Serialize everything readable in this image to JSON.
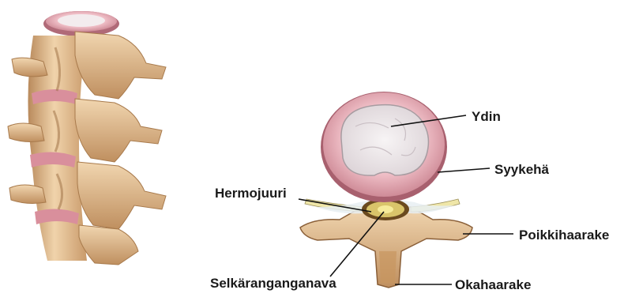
{
  "labels": {
    "ydin": "Ydin",
    "syykeha": "Syykehä",
    "hermojuuri": "Hermojuuri",
    "poikkihaarake": "Poikkihaarake",
    "selkaranganganava": "Selkäranganganava",
    "okahaarake": "Okahaarake"
  },
  "colors": {
    "bone": "#e6c49a",
    "bone_shadow": "#b98a5c",
    "bone_dark": "#8a5f38",
    "disc_ring": "#e2a2ad",
    "disc_ring_dark": "#b06a78",
    "nucleus": "#ece7ea",
    "nerve": "#f2e9a8",
    "leader_line": "#111111"
  }
}
